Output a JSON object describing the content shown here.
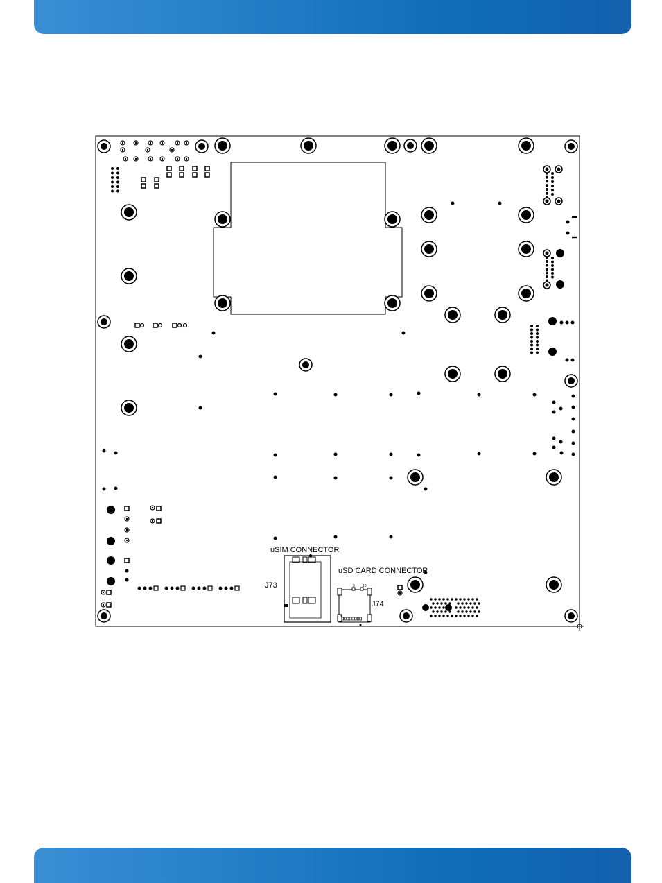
{
  "theme": {
    "band_gradient_start": "#3a8fd4",
    "band_gradient_mid": "#0f6db8",
    "band_gradient_end": "#1460ad",
    "ink": "#000000"
  },
  "labels": {
    "usim_connector": "uSIM CONNECTOR",
    "j73": "J73",
    "usd_connector": "uSD CARD CONNECTOR",
    "j74": "J74",
    "pin_9": "9",
    "pin_10": "10",
    "pin_8": "8"
  }
}
